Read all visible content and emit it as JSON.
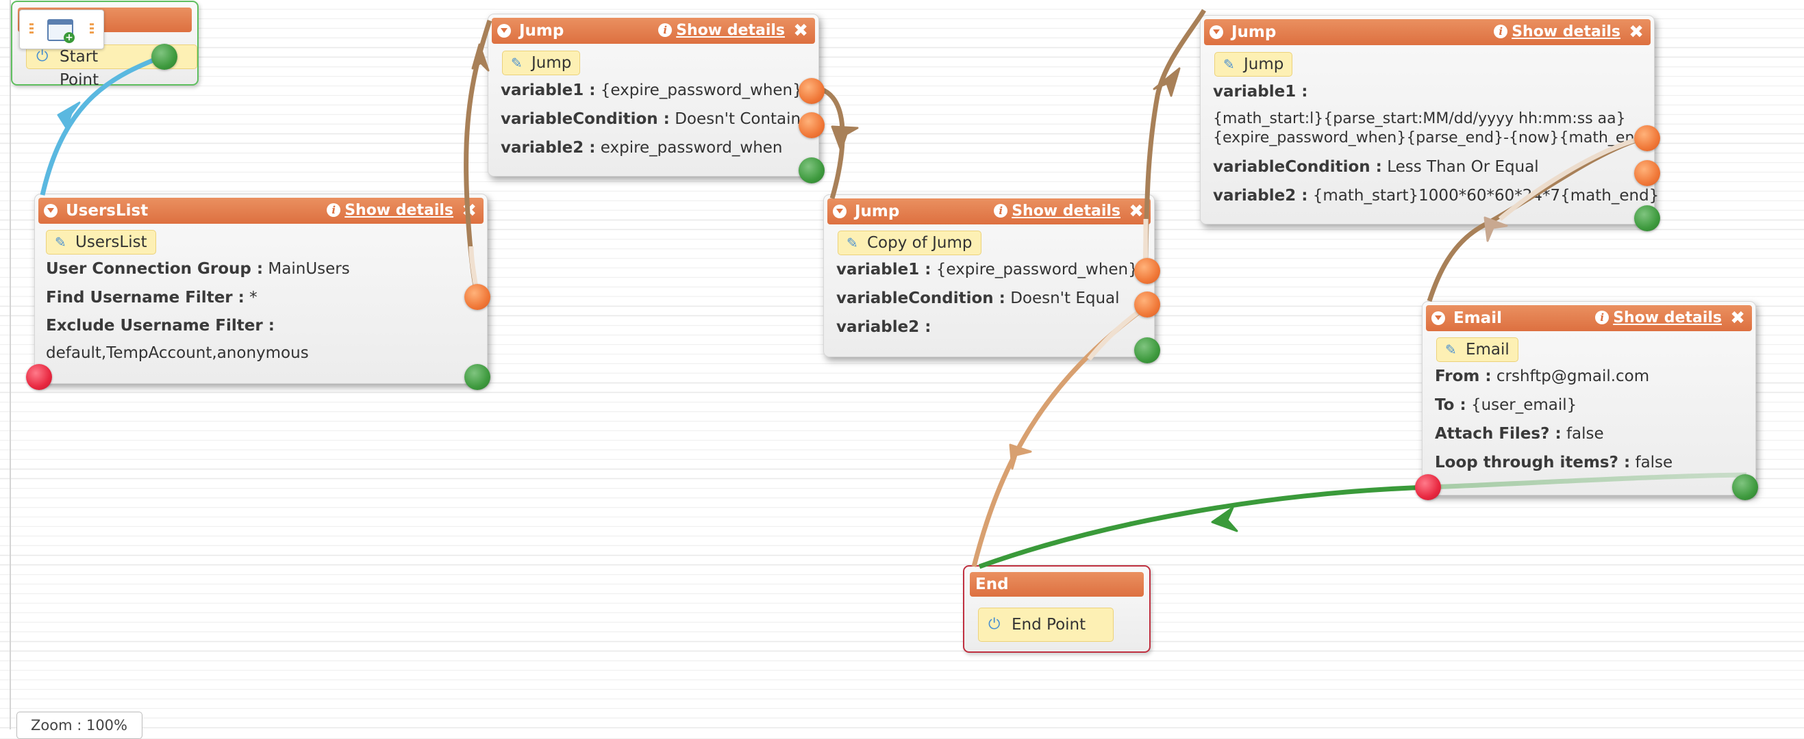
{
  "toolbar": {
    "icon": "add-node-icon"
  },
  "zoom": {
    "label": "Zoom : 100%"
  },
  "common": {
    "show_details": "Show details",
    "close": "✖"
  },
  "nodes": {
    "start": {
      "title": "",
      "label": "Start Point"
    },
    "userslist": {
      "title": "UsersList",
      "label": "UsersList",
      "fields": [
        {
          "key": "User Connection Group :",
          "value": "MainUsers"
        },
        {
          "key": "Find Username Filter :",
          "value": "*"
        },
        {
          "key": "Exclude Username Filter :",
          "value": ""
        }
      ],
      "extra": "default,TempAccount,anonymous"
    },
    "jump1": {
      "title": "Jump",
      "label": "Jump",
      "fields": [
        {
          "key": "variable1 :",
          "value": "{expire_password_when}"
        },
        {
          "key": "variableCondition :",
          "value": "Doesn't Contain"
        },
        {
          "key": "variable2 :",
          "value": "expire_password_when"
        }
      ]
    },
    "jump2": {
      "title": "Jump",
      "label": "Copy of Jump",
      "fields": [
        {
          "key": "variable1 :",
          "value": "{expire_password_when}"
        },
        {
          "key": "variableCondition :",
          "value": "Doesn't Equal"
        },
        {
          "key": "variable2 :",
          "value": ""
        }
      ]
    },
    "jump3": {
      "title": "Jump",
      "label": "Jump",
      "fields": [
        {
          "key": "variable1 :",
          "value": ""
        },
        {
          "key": "variableCondition :",
          "value": "Less Than Or Equal"
        },
        {
          "key": "variable2 :",
          "value": "{math_start}1000*60*60*24*7{math_end}"
        }
      ],
      "value_line1": "{math_start:l}{parse_start:MM/dd/yyyy hh:mm:ss aa}",
      "value_line2": "{expire_password_when}{parse_end}-{now}{math_end}"
    },
    "email": {
      "title": "Email",
      "label": "Email",
      "fields": [
        {
          "key": "From :",
          "value": "crshftp@gmail.com"
        },
        {
          "key": "To :",
          "value": "{user_email}"
        },
        {
          "key": "Attach Files? :",
          "value": "false"
        },
        {
          "key": "Loop through items? :",
          "value": "false"
        }
      ]
    },
    "end": {
      "title": "End",
      "label": "End Point"
    }
  },
  "colors": {
    "header": "#dd7040",
    "label_bg": "#fdf0b4",
    "wire_start": "#5ab8e0",
    "wire_jump": "#a88058",
    "wire_light": "#d8a070",
    "wire_email": "#3a9a3a",
    "start_border": "#5fbf5f",
    "end_border": "#c03040"
  }
}
